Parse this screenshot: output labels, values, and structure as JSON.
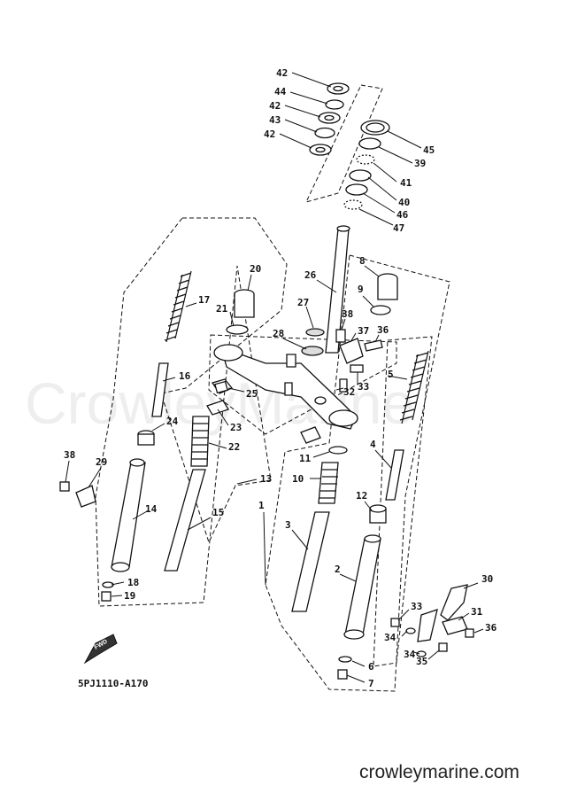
{
  "diagram": {
    "drawing_code": "5PJ1110-A170",
    "watermark": "CrowleyMarine",
    "site": "crowleymarine.com",
    "fwd_label": "FWD",
    "callouts": {
      "c42a": "42",
      "c44": "44",
      "c42b": "42",
      "c43": "43",
      "c42c": "42",
      "c45": "45",
      "c39": "39",
      "c41": "41",
      "c40": "40",
      "c46": "46",
      "c47": "47",
      "c20": "20",
      "c26": "26",
      "c8": "8",
      "c17": "17",
      "c21": "21",
      "c9": "9",
      "c27": "27",
      "c38a": "38",
      "c28": "28",
      "c37": "37",
      "c36a": "36",
      "c16": "16",
      "c5": "5",
      "c33a": "33",
      "c32": "32",
      "c25": "25",
      "c23": "23",
      "c24": "24",
      "c22": "22",
      "c4": "4",
      "c11": "11",
      "c38b": "38",
      "c29": "29",
      "c13": "13",
      "c10": "10",
      "c12": "12",
      "c1": "1",
      "c14": "14",
      "c15": "15",
      "c3": "3",
      "c2": "2",
      "c18": "18",
      "c19": "19",
      "c30": "30",
      "c33b": "33",
      "c31": "31",
      "c36b": "36",
      "c34a": "34",
      "c34b": "34",
      "c35": "35",
      "c6": "6",
      "c7": "7"
    }
  }
}
